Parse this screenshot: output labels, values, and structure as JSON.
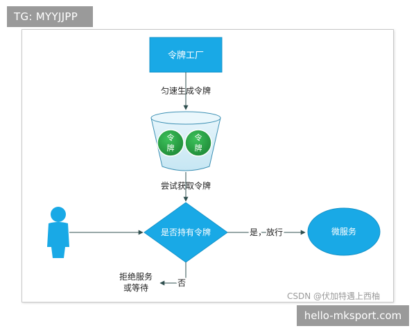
{
  "tag_top": "TG: MYYJJPP",
  "tag_bottom": "hello-mksport.com",
  "watermark": "CSDN @伏加特遇上西柚",
  "nodes": {
    "factory": "令牌工厂",
    "bucket_token_a": [
      "令",
      "牌"
    ],
    "bucket_token_b": [
      "令",
      "牌"
    ],
    "decision": "是否持有令牌",
    "service": "微服务",
    "reject": [
      "拒绝服务",
      "或等待"
    ]
  },
  "edges": {
    "generate": "匀速生成令牌",
    "acquire": "尝试获取令牌",
    "yes": "是，放行",
    "no": "否"
  },
  "colors": {
    "blue": "#19a9e6",
    "green": "#2ea54a",
    "bucket": "#d7eef7",
    "line": "#2f4f4f"
  }
}
